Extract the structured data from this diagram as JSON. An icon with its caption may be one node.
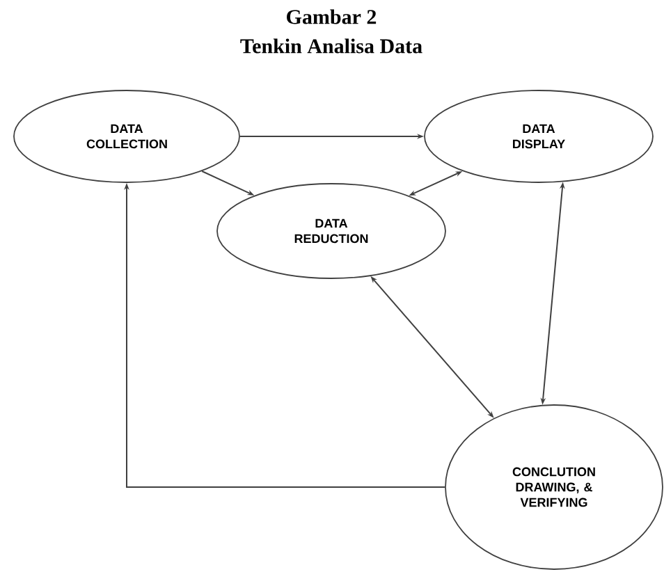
{
  "diagram": {
    "title": "Gambar 2",
    "nodes": [
      {
        "text": [
          "DATA COLLECTION"
        ]
      },
      {
        "text": [
          "DATA DISPLAY"
        ]
      },
      {
        "text": [
          "DATA REDUCTION"
        ]
      },
      {
        "text": [
          "CONCLUTION DRAWING, & VERIFYING"
        ]
      }
    ],
    "edges": [
      {
        "from": 0,
        "to": 1,
        "arrow": "to"
      },
      {
        "from": 0,
        "to": 2,
        "arrow": "to"
      },
      {
        "from": 2,
        "to": 1,
        "arrow": "both"
      },
      {
        "from": 1,
        "to": 3,
        "arrow": "both"
      },
      {
        "from": 2,
        "to": 3,
        "arrow": "both"
      },
      {
        "from": 3,
        "to": 0,
        "arrow": "to"
      }
    ],
    "labels": [
      "Tenkin Analisa Data"
    ]
  }
}
